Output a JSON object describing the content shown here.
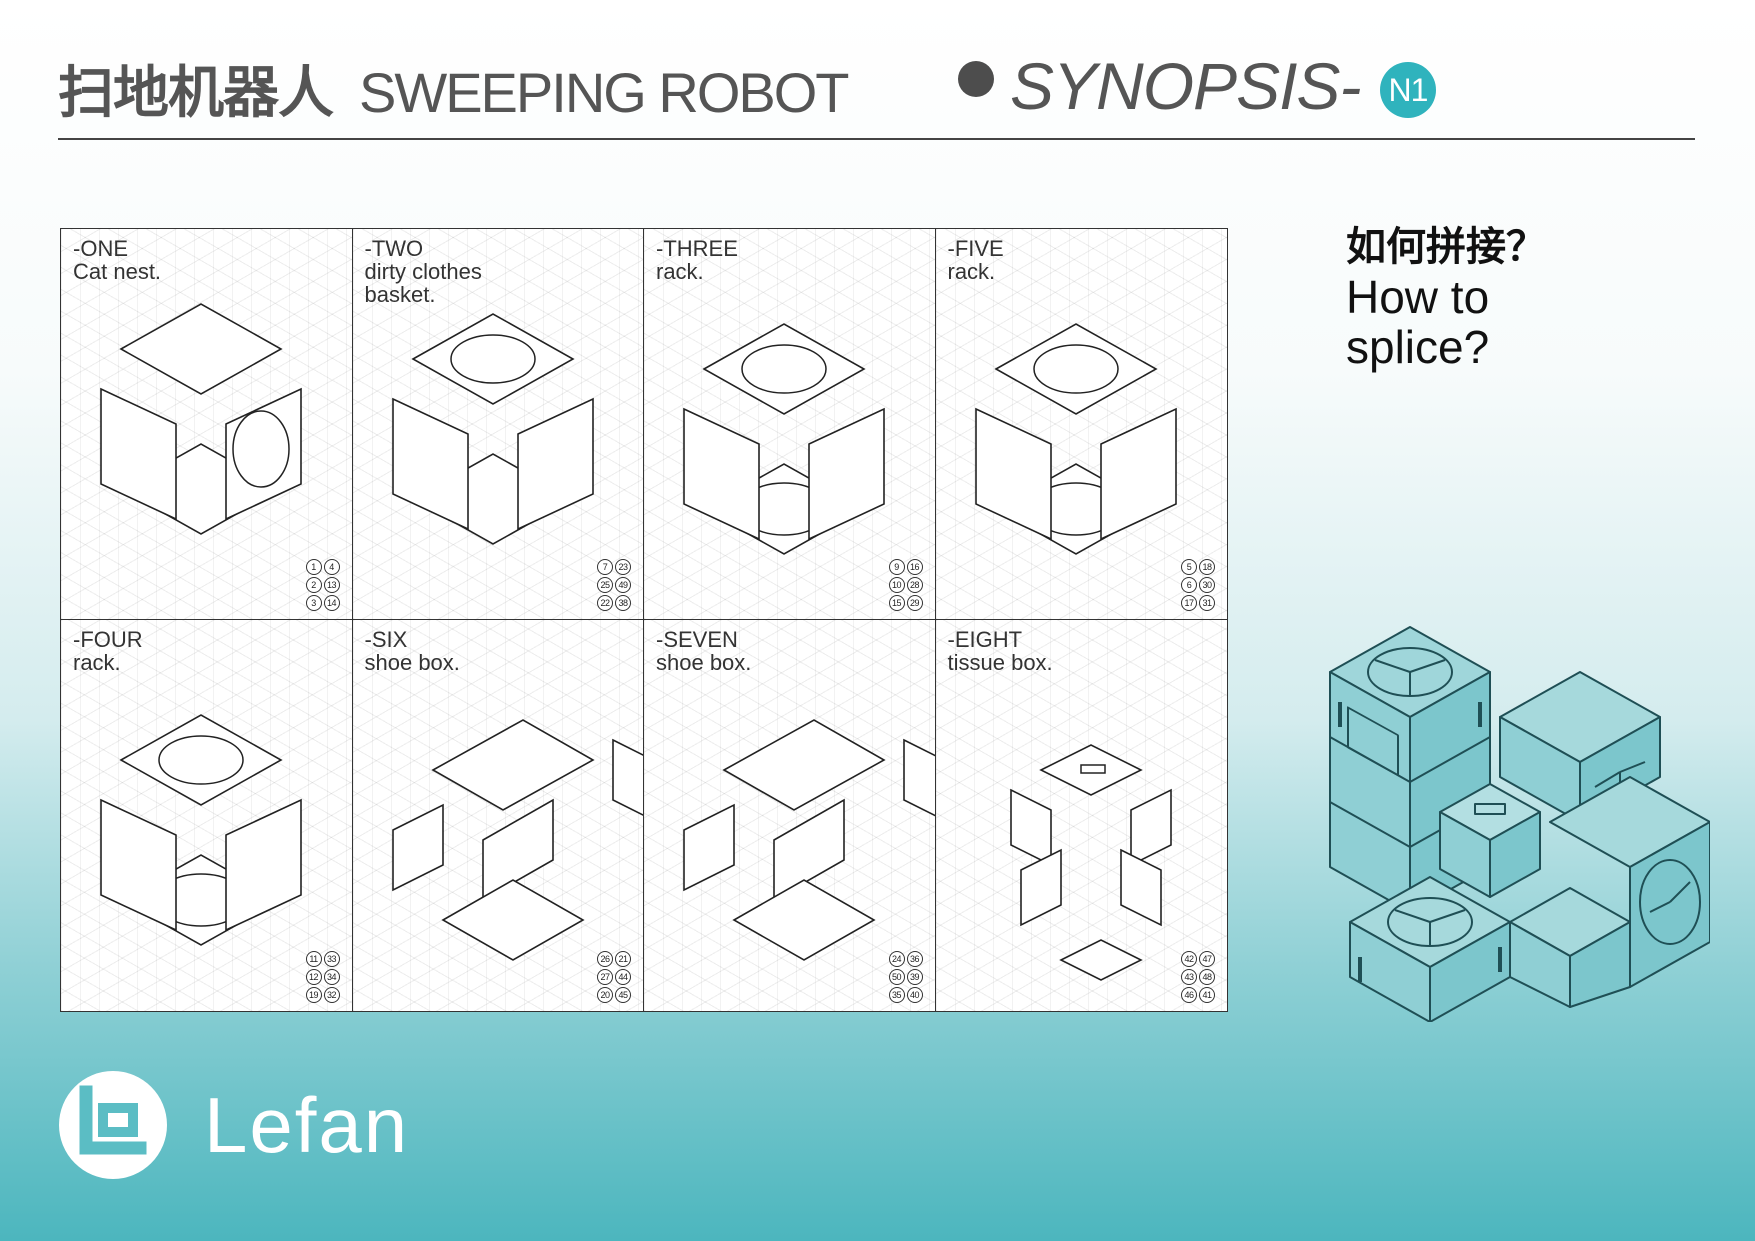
{
  "header": {
    "title_cn": "扫地机器人",
    "title_en": "SWEEPING ROBOT",
    "synopsis": "SYNOPSIS-",
    "badge": "N1"
  },
  "cells": [
    {
      "code": "-ONE",
      "lines": [
        "Cat nest."
      ],
      "parts": [
        "1",
        "4",
        "2",
        "13",
        "3",
        "14"
      ]
    },
    {
      "code": "-TWO",
      "lines": [
        "dirty clothes",
        "basket."
      ],
      "parts": [
        "7",
        "23",
        "25",
        "49",
        "22",
        "38"
      ]
    },
    {
      "code": "-THREE",
      "lines": [
        "rack."
      ],
      "parts": [
        "9",
        "16",
        "10",
        "28",
        "15",
        "29"
      ]
    },
    {
      "code": "-FIVE",
      "lines": [
        "rack."
      ],
      "parts": [
        "5",
        "18",
        "6",
        "30",
        "17",
        "31"
      ]
    },
    {
      "code": "-FOUR",
      "lines": [
        "rack."
      ],
      "parts": [
        "11",
        "33",
        "12",
        "34",
        "19",
        "32"
      ]
    },
    {
      "code": "-SIX",
      "lines": [
        "shoe box."
      ],
      "parts": [
        "26",
        "21",
        "27",
        "44",
        "20",
        "45"
      ]
    },
    {
      "code": "-SEVEN",
      "lines": [
        "shoe box."
      ],
      "parts": [
        "24",
        "36",
        "50",
        "39",
        "35",
        "40"
      ]
    },
    {
      "code": "-EIGHT",
      "lines": [
        "tissue box."
      ],
      "parts": [
        "42",
        "47",
        "43",
        "48",
        "46",
        "41"
      ]
    }
  ],
  "howto": {
    "cn": "如何拼接？",
    "en_line1": "How to",
    "en_line2": "splice?"
  },
  "logo": {
    "word": "Lefan"
  },
  "colors": {
    "accent": "#2fb3bd",
    "text": "#4d4d4d",
    "gradient_bottom": "#4cb6be"
  }
}
